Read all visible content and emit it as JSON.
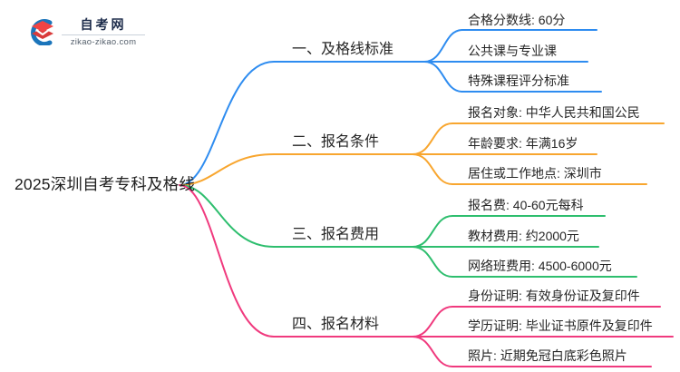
{
  "logo": {
    "site_name": "自考网",
    "site_url": "zikao-zikao.com"
  },
  "root": {
    "title": "2025深圳自考专科及格线"
  },
  "branch_colors": {
    "branch1": "#2e8cf0",
    "branch2": "#f8a62f",
    "branch3": "#2ebe6e",
    "branch4": "#f03a7e"
  },
  "branches": [
    {
      "label": "一、及格线标准",
      "color": "#2e8cf0",
      "children": [
        "合格分数线: 60分",
        "公共课与专业课",
        "特殊课程评分标准"
      ]
    },
    {
      "label": "二、报名条件",
      "color": "#f8a62f",
      "children": [
        "报名对象: 中华人民共和国公民",
        "年龄要求: 年满16岁",
        "居住或工作地点: 深圳市"
      ]
    },
    {
      "label": "三、报名费用",
      "color": "#2ebe6e",
      "children": [
        "报名费: 40-60元每科",
        "教材费用: 约2000元",
        "网络班费用: 4500-6000元"
      ]
    },
    {
      "label": "四、报名材料",
      "color": "#f03a7e",
      "children": [
        "身份证明: 有效身份证及复印件",
        "学历证明: 毕业证书原件及复印件",
        "照片: 近期免冠白底彩色照片"
      ]
    }
  ]
}
